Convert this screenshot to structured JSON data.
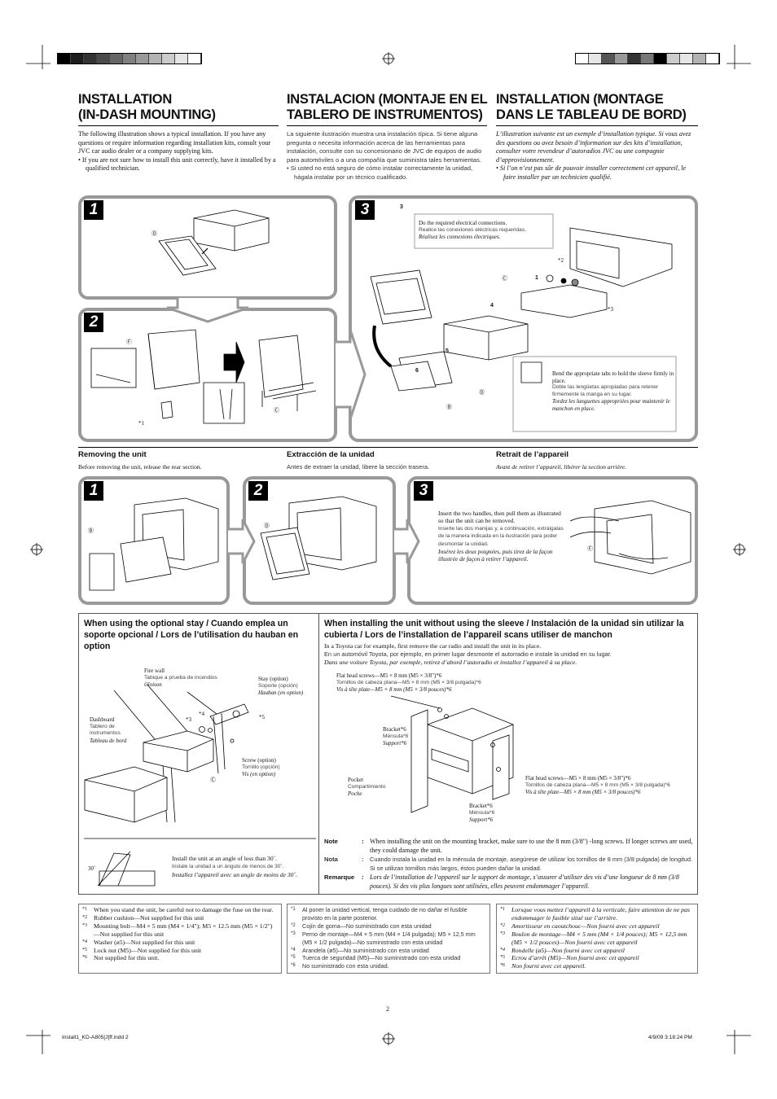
{
  "headings": {
    "en": "INSTALLATION (IN-DASH MOUNTING)",
    "en_l1": "INSTALLATION",
    "en_l2": "(IN-DASH MOUNTING)",
    "es_l1": "INSTALACION (MONTAJE EN EL",
    "es_l2": "TABLERO DE INSTRUMENTOS)",
    "fr_l1": "INSTALLATION (MONTAGE",
    "fr_l2": "DANS LE TABLEAU DE BORD)"
  },
  "intro": {
    "en": "The following illustration shows a typical installation. If you have any questions or require information regarding installation kits, consult your JVC car audio dealer or a company supplying kits.",
    "en_bullet": "If you are not sure how to install this unit correctly, have it installed by a qualified technician.",
    "es": "La siguiente ilustración muestra una instalación típica. Si tiene alguna pregunta o necesita información acerca de las herramientas para instalación, consulte con su concesionario de JVC de equipos de audio para automóviles o a una compañía que suministra tales herramientas.",
    "es_bullet": "Si usted no está seguro de cómo instalar correctamente la unidad, hágala instalar por un técnico cualificado.",
    "fr": "L’illustration suivante est un exemple d’installation typique. Si vous avez des questions ou avez besoin d’information sur des kits d’installation, consulter votre revendeur d’autoradios JVC ou une compagnie d’approvisionnement.",
    "fr_bullet": "Si l’on n’est pas sûr de pouvoir installer correctement cet appareil, le faire installer par un technicien qualifié."
  },
  "install_steps": {
    "s1": "1",
    "s2": "2",
    "s3": "3",
    "step3_marker": "3",
    "connections_en": "Do the required electrical connections.",
    "connections_es": "Realice las conexiones eléctricas requeridas.",
    "connections_fr": "Réalisez les connexions électriques.",
    "tabs_en": "Bend the appropriate tabs to hold the sleeve firmly in place.",
    "tabs_es": "Doble las lengüetas apropiadas para retener firmemente la manga en su lugar.",
    "tabs_fr": "Tordez les languettes appropriées pour maintenir le manchon en place.",
    "ref_d": "D",
    "ref_f": "F",
    "ref_c": "C",
    "ref_b": "B",
    "n1": "1",
    "n4": "4",
    "n5": "5",
    "n6": "6",
    "star1": "*1",
    "star2": "*2",
    "star3": "*3"
  },
  "removing": {
    "title_en": "Removing the unit",
    "title_es": "Extracción de la unidad",
    "title_fr": "Retrait de l’appareil",
    "text_en": "Before removing the unit, release the rear section.",
    "text_es": "Antes de extraer la unidad, libere la sección trasera.",
    "text_fr": "Avant de retirer l’appareil, libérer la section arrière.",
    "s1": "1",
    "s2": "2",
    "s3": "3",
    "handles_en": "Insert the two handles, then pull them as illustrated so that the unit can be removed.",
    "handles_es": "Inserte las dos manijas y, a continuación, extráigalas de la manera indicada en la ilustración para poder desmontar la unidad.",
    "handles_fr": "Insérez les deux poignées, puis tirez de la façon illustrée de façon à retirer l’appareil.",
    "ref_b": "B",
    "ref_d": "D",
    "ref_f": "F"
  },
  "stay": {
    "title": "When using the optional stay / Cuando emplea un soporte opcional / Lors de l’utilisation du hauban en option",
    "firewall_en": "Fire wall",
    "firewall_es": "Tabique a prueba de incendios",
    "firewall_fr": "Cloison",
    "stay_en": "Stay (option)",
    "stay_es": "Soporte (opción)",
    "stay_fr": "Hauban (en option)",
    "dash_en": "Dashboard",
    "dash_es": "Tablero de instrumentos",
    "dash_fr": "Tableau de bord",
    "screw_en": "Screw (option)",
    "screw_es": "Tornillo (opción)",
    "screw_fr": "Vis (en option)",
    "m3": "*3",
    "m4": "*4",
    "m5": "*5",
    "ref_c": "C",
    "angle_en": "Install the unit at an angle of less than 30˚.",
    "angle_es": "Instale la unidad a un ángulo de menos de 30˚.",
    "angle_fr": "Installez l’appareil avec un angle de moins de 30˚.",
    "deg": "30˚"
  },
  "sleeve": {
    "title": "When installing the unit without using the sleeve / Instalación de la unidad sin utilizar la cubierta / Lors de l’installation de l’appareil scans utiliser de manchon",
    "intro_en": "In a Toyota car for example, first remove the car radio and install the unit in its place.",
    "intro_es": "En un automóvil Toyota, por ejemplo, en primer lugar desmonte el autorradio e instale la unidad en su lugar.",
    "intro_fr": "Dans une voiture Toyota, par exemple, retirez d’abord l’autoradio et installez l’appareil à sa place.",
    "flat_en": "Flat head screws—M5 × 8 mm (M5 × 3/8\")*6",
    "flat_es": "Tornillos de cabeza plana—M5 × 8 mm (M5 × 3/8 pulgada)*6",
    "flat_fr": "Vis à tête plate—M5 × 8 mm (M5 × 3/8 pouces)*6",
    "bracket_en": "Bracket*6",
    "bracket_es": "Ménsula*6",
    "bracket_fr": "Support*6",
    "pocket_en": "Pocket",
    "pocket_es": "Compartimiento",
    "pocket_fr": "Poche"
  },
  "notes": {
    "k_en": "Note",
    "k_es": "Nota",
    "k_fr": "Remarque",
    "colon": ":",
    "en": "When installing the unit on the mounting bracket, make sure to use the 8 mm (3/8\") -long screws. If longer screws are used, they could damage the unit.",
    "es": "Cuando instala la unidad en la ménsula de montaje, asegúrese de utilizar los tornillos de 8 mm (3/8 pulgada) de longitud. Si se utilizan tornillos más largos, éstos pueden dañar la unidad.",
    "fr": "Lors de l’installation de l’appareil sur le support de montage, s’assurer d’utiliser des vis d’une longueur de 8 mm (3/8 pouces). Si des vis plus longues sont utilisées, elles peuvent endommager l’appareil."
  },
  "footnotes": {
    "marks": [
      "*1",
      "*2",
      "*3",
      "*4",
      "*5",
      "*6"
    ],
    "en": [
      "When you stand the unit, be careful not to damage the fuse on the rear.",
      "Rubber cushion—Not supplied for this unit",
      "Mounting bolt—M4 × 5 mm (M4 × 1/4\"); M5 × 12.5 mm (M5 × 1/2\")—Not supplied for this unit",
      "Washer (ø5)—Not supplied for this unit",
      "Lock nut (M5)—Not supplied for this unit",
      "Not supplied for this unit."
    ],
    "es": [
      "Al poner la unidad vertical, tenga cuidado de no dañar el fusible provisto en la parte posterior.",
      "Cojín de goma—No suministrado con esta unidad",
      "Perno de montaje—M4 × 5 mm (M4 × 1/4 pulgada); M5 × 12,5 mm (M5 × 1/2 pulgada)—No suministrado con esta unidad",
      "Arandela (ø5)—No suministrado con esta unidad",
      "Tuerca de seguridad (M5)—No suministrado con esta unidad",
      "No suministrado con esta unidad."
    ],
    "fr": [
      "Lorsque vous mettez l’appareil à la verticale, faire attention de ne pas endommager le fusible situé sur l’arrière.",
      "Amortisseur en caoutchouc—Non fourni avec cet appareil",
      "Boulon de montage—M4 × 5 mm (M4 × 1/4 pouces); M5 × 12,5 mm (M5 × 1/2 pouces)—Non fourni avec cet appareil",
      "Rondelle (ø5)—Non fourni avec cet appareil",
      "Ecrou d’arrêt (M5)—Non fourni avec cet appareil",
      "Non fourni avec cet appareil."
    ]
  },
  "footer": {
    "page": "2",
    "file": "Install1_KD-A805[J]ff.indd   2",
    "date": "4/9/09   3:18:24 PM"
  }
}
